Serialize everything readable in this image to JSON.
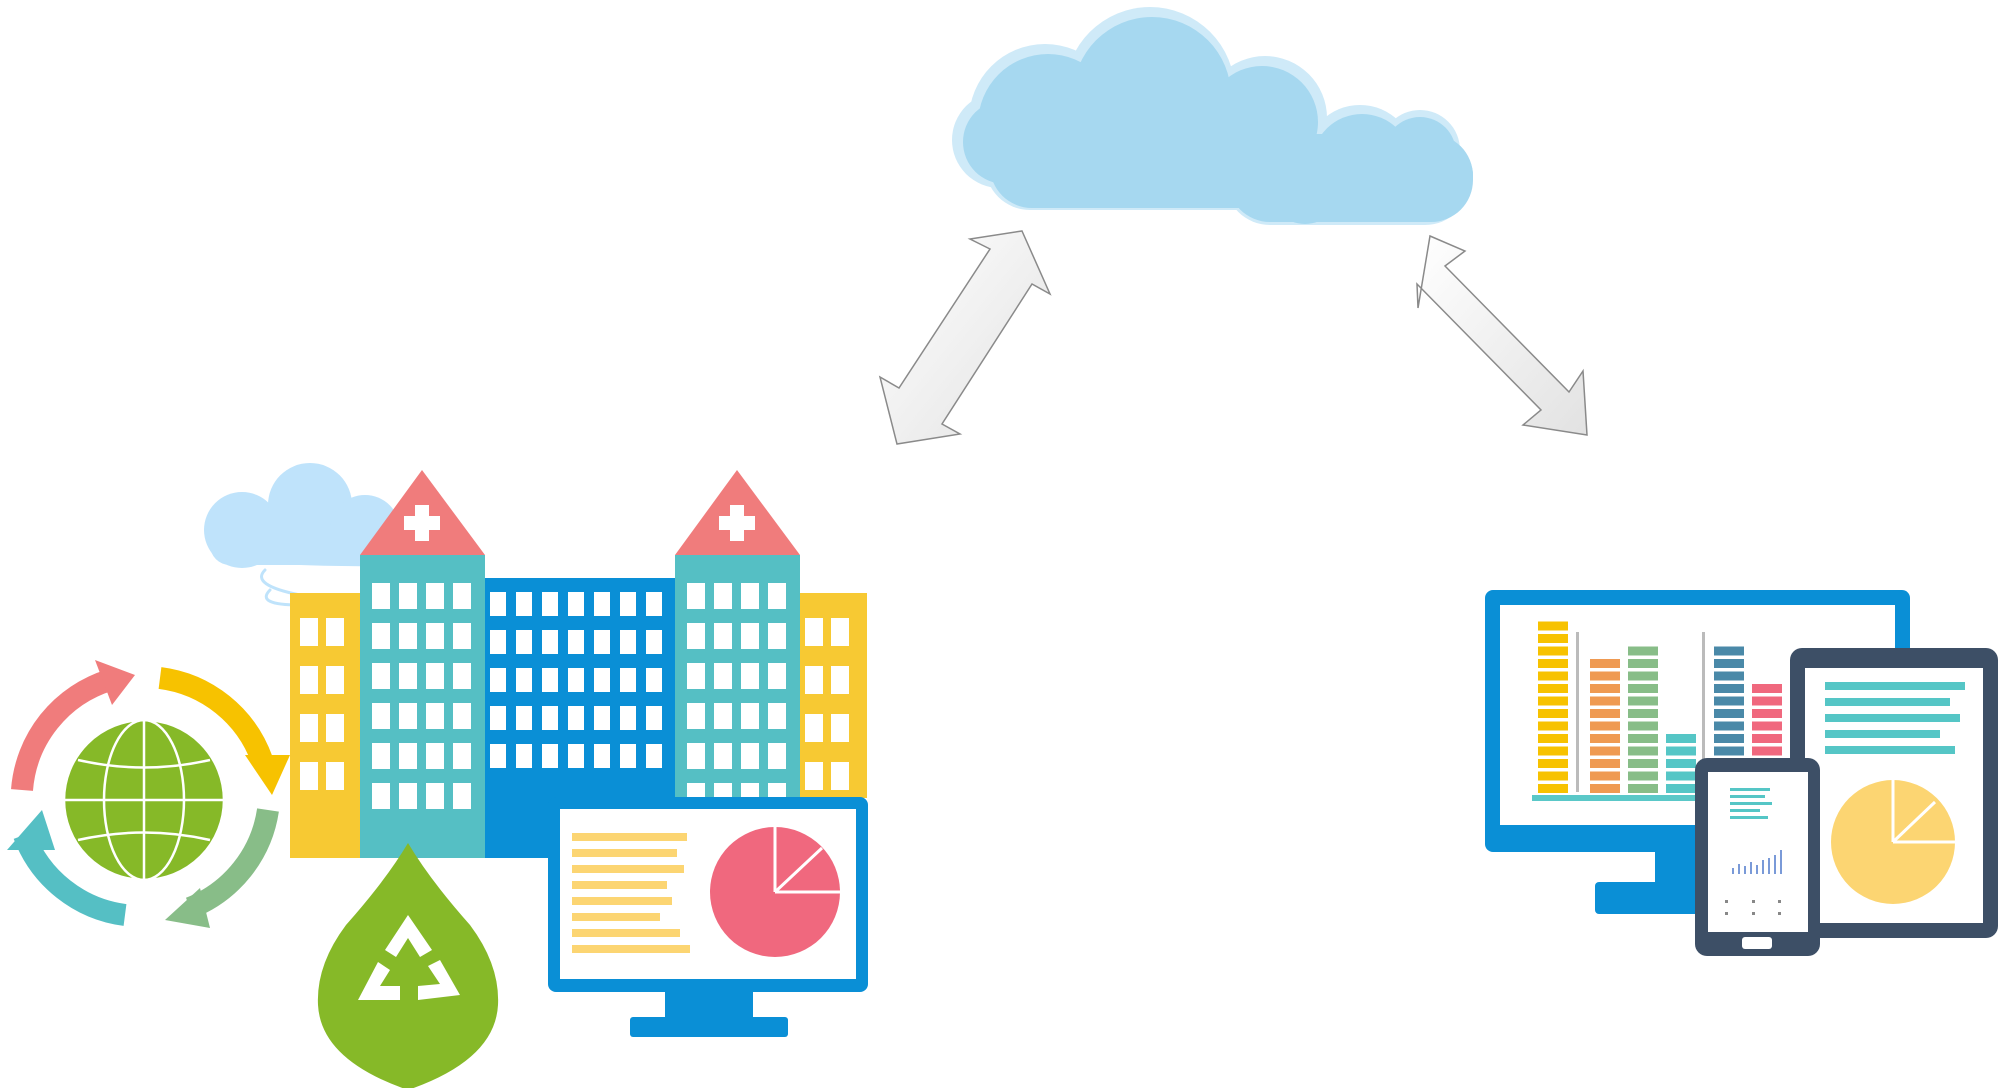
{
  "diagram": {
    "type": "cloud-connectivity-illustration",
    "nodes": [
      {
        "id": "cloud",
        "icon": "cloud-icon"
      },
      {
        "id": "smart-city",
        "icon": "hospital-building-icon"
      },
      {
        "id": "devices",
        "icon": "multi-device-dashboard-icon"
      }
    ],
    "edges": [
      {
        "from": "smart-city",
        "to": "cloud",
        "style": "double-headed-arrow"
      },
      {
        "from": "cloud",
        "to": "devices",
        "style": "double-headed-arrow"
      }
    ],
    "left_cluster_icons": [
      "globe-icon",
      "cycle-arrows-icon",
      "weather-cloud-icon",
      "hospital-building-icon",
      "recycle-drop-icon",
      "monitor-dashboard-icon"
    ],
    "right_cluster_icons": [
      "desktop-monitor-icon",
      "tablet-icon",
      "phone-icon"
    ]
  },
  "colors": {
    "cloud": "#a6d8f0",
    "arrow": "#f2f2f2",
    "coral": "#f07c7c",
    "teal": "#55bfc4",
    "blue": "#0a8fd6",
    "yellow": "#f7c933",
    "green": "#86b928",
    "pink": "#f0687e",
    "slate": "#3d4f66"
  }
}
